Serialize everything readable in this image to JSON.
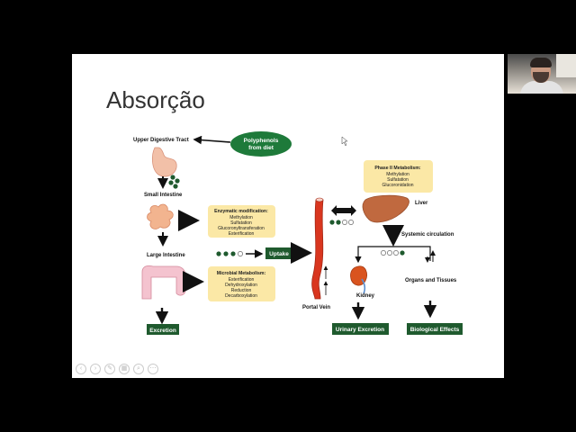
{
  "slide": {
    "title": "Absorção"
  },
  "diagram": {
    "source_node": {
      "line1": "Polyphenols",
      "line2": "from diet"
    },
    "upper_tract": "Upper Digestive Tract",
    "small_intestine": "Small Intestine",
    "large_intestine": "Large Intestine",
    "excretion": "Excretion",
    "enzymatic_box": {
      "title": "Enzymatic modification:",
      "items": [
        "Methylation",
        "Sulfatation",
        "Glucoronyltransferation",
        "Esterification"
      ]
    },
    "microbial_box": {
      "title": "Microbial Metabolism:",
      "items": [
        "Esterification",
        "Dehydroxylation",
        "Reduction",
        "Decarboxylation"
      ]
    },
    "uptake": "Uptake",
    "portal_vein": "Portal Vein",
    "phase2_box": {
      "title": "Phase II Metabolism:",
      "items": [
        "Methylation",
        "Sulfatation",
        "Glucoronidation"
      ]
    },
    "liver": "Liver",
    "systemic": "Systemic circulation",
    "kidney": "Kidney",
    "organs": "Organs and Tissues",
    "urinary": "Urinary Excretion",
    "biological": "Biological Effects",
    "colors": {
      "green_label": "#1f5a2e",
      "oval_green": "#1e7a3a",
      "box_fill": "#fbe8a6",
      "vein_red": "#d9361f",
      "liver": "#c0693f"
    }
  },
  "webcam": {
    "icon": "person-video-thumbnail"
  },
  "toolbar": {
    "icons": [
      "prev-icon",
      "next-icon",
      "pen-icon",
      "grid-icon",
      "zoom-icon",
      "more-icon"
    ]
  }
}
